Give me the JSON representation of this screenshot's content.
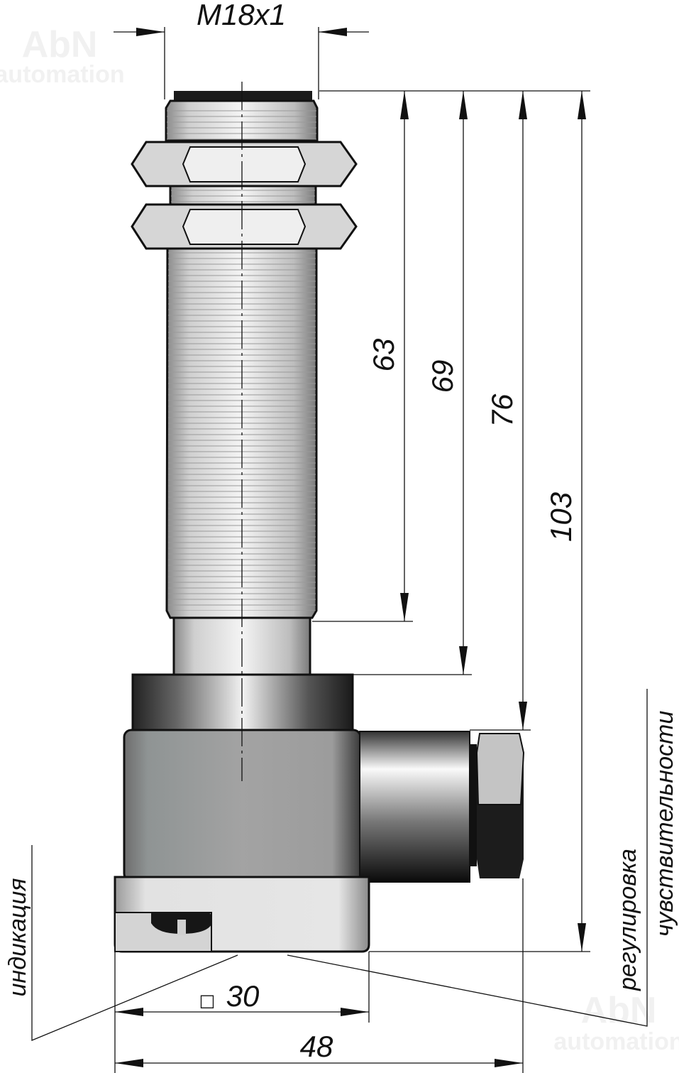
{
  "watermark": {
    "line1": "AbN",
    "line2": "automation"
  },
  "dimensions": {
    "thread": "M18x1",
    "d63": "63",
    "d69": "69",
    "d76": "76",
    "d103": "103",
    "square_symbol": "□",
    "d30": "30",
    "d48": "48"
  },
  "labels": {
    "indication": "индикация",
    "adjust_line1": "регулировка",
    "adjust_line2": "чувствительности"
  },
  "colors": {
    "line": "#111111",
    "metal_light": "#e6e6e6",
    "body_gray": "#9a9a9a",
    "dark": "#1a1a1a"
  }
}
